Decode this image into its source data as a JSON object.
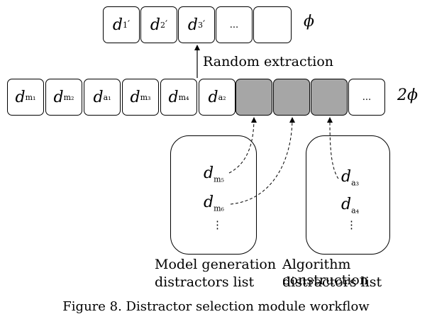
{
  "top_row": {
    "cells": [
      {
        "base": "d",
        "sub": "1",
        "prime": "′"
      },
      {
        "base": "d",
        "sub": "2",
        "prime": "′"
      },
      {
        "base": "d",
        "sub": "3",
        "prime": "′"
      },
      {
        "text": "..."
      },
      {
        "text": ""
      }
    ],
    "size_label": "ϕ"
  },
  "arrow_label": "Random extraction",
  "bottom_row": {
    "cells": [
      {
        "base": "d",
        "sub": "m₁"
      },
      {
        "base": "d",
        "sub": "m₂"
      },
      {
        "base": "d",
        "sub": "a₁"
      },
      {
        "base": "d",
        "sub": "m₃"
      },
      {
        "base": "d",
        "sub": "m₄"
      },
      {
        "base": "d",
        "sub": "a₂"
      },
      {
        "grey": true
      },
      {
        "grey": true
      },
      {
        "grey": true
      },
      {
        "text": "..."
      }
    ],
    "size_label": "2ϕ"
  },
  "model_list": {
    "items": [
      {
        "base": "d",
        "sub": "m₅"
      },
      {
        "base": "d",
        "sub": "m₆"
      }
    ],
    "more": "⋮",
    "label_line1": "Model generation",
    "label_line2": "distractors list"
  },
  "algorithm_list": {
    "items": [
      {
        "base": "d",
        "sub": "a₃"
      },
      {
        "base": "d",
        "sub": "a₄"
      }
    ],
    "more": "⋮",
    "label_line1": "Algorithm construction",
    "label_line2": "distractors list"
  },
  "caption": "Figure 8. Distractor selection module workflow"
}
